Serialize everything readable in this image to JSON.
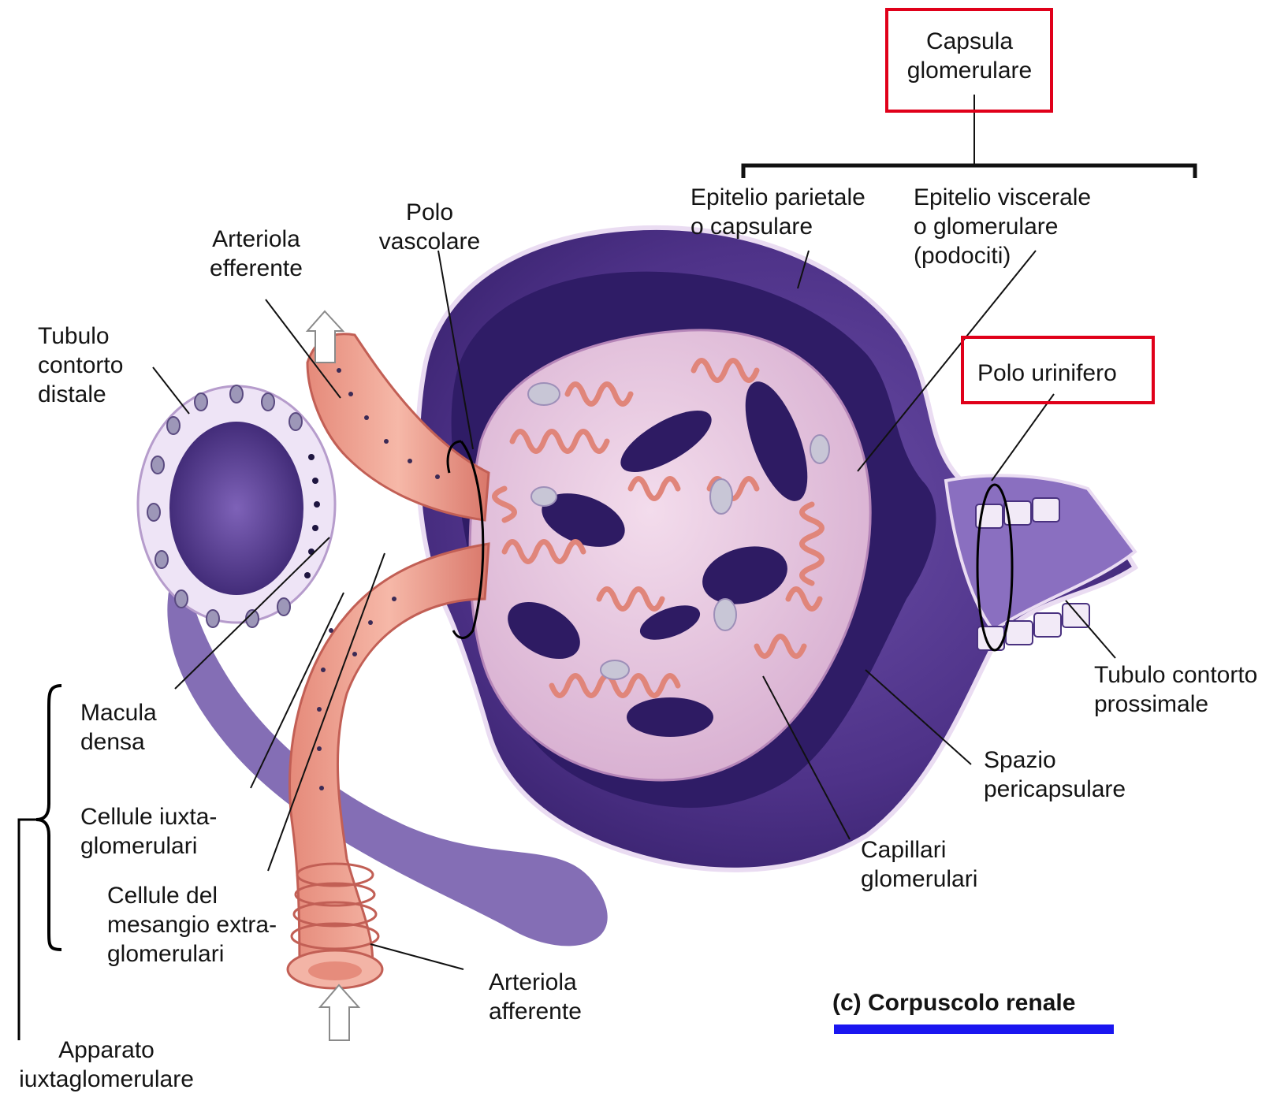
{
  "colors": {
    "highlight_box": "#e0001a",
    "caption_underline": "#1a16f0",
    "capsule_purple": "#5a3d96",
    "capsule_dark": "#2e1b63",
    "capillary_pink": "#e08a80",
    "arteriole_salmon": "#ec9b8c",
    "glomerulus_light": "#e9c6de"
  },
  "icons": [
    "arrow-up-icon",
    "arrow-down-into-icon"
  ],
  "labels": {
    "capsula_glomerulare": [
      "Capsula",
      "glomerulare"
    ],
    "epitelio_parietale": [
      "Epitelio parietale",
      "o capsulare"
    ],
    "epitelio_viscerale": [
      "Epitelio viscerale",
      "o glomerulare",
      "(podociti)"
    ],
    "polo_vascolare": [
      "Polo",
      "vascolare"
    ],
    "arteriola_efferente": [
      "Arteriola",
      "efferente"
    ],
    "tubulo_contorto_distale": [
      "Tubulo",
      "contorto",
      "distale"
    ],
    "polo_urinifero": "Polo urinifero",
    "tubulo_contorto_prossimale": [
      "Tubulo contorto",
      "prossimale"
    ],
    "macula_densa": [
      "Macula",
      "densa"
    ],
    "cellule_iuxtaglomerulari": [
      "Cellule iuxta-",
      "glomerulari"
    ],
    "cellule_mesangio": [
      "Cellule del",
      "mesangio extra-",
      "glomerulari"
    ],
    "arteriola_afferente": [
      "Arteriola",
      "afferente"
    ],
    "spazio_pericapsulare": [
      "Spazio",
      "pericapsulare"
    ],
    "capillari_glomerulari": [
      "Capillari",
      "glomerulari"
    ],
    "apparato_iuxtaglomerulare": [
      "Apparato",
      "iuxtaglomerulare"
    ],
    "caption": "(c) Corpuscolo renale"
  }
}
